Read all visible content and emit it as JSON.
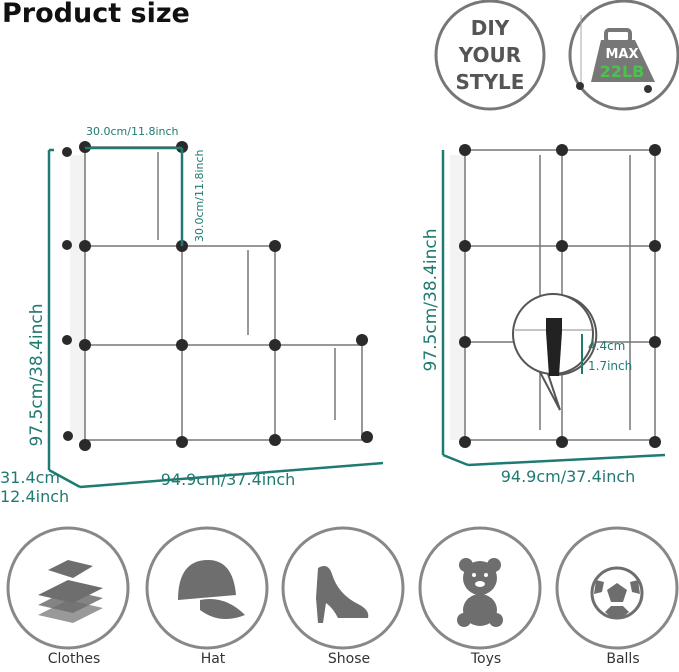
{
  "title": "Product size",
  "badges": {
    "diy": [
      "DIY",
      "YOUR",
      "STYLE"
    ],
    "max_label": "MAX",
    "max_value": "22LB"
  },
  "left_unit": {
    "cube_width": "30.0cm/11.8inch",
    "cube_height": "30.0cm/11.8inch",
    "height": "97.5cm/38.4inch",
    "width": "94.9cm/37.4inch",
    "depth_cm": "31.4cm",
    "depth_in": "12.4inch"
  },
  "right_unit": {
    "height": "97.5cm/38.4inch",
    "width": "94.9cm/37.4inch",
    "foot_cm": "4.4cm",
    "foot_in": "1.7inch"
  },
  "uses": [
    {
      "label": "Clothes",
      "icon": "clothes-icon"
    },
    {
      "label": "Hat",
      "icon": "hat-icon"
    },
    {
      "label": "Shose",
      "icon": "shoe-icon"
    },
    {
      "label": "Toys",
      "icon": "teddy-bear-icon"
    },
    {
      "label": "Balls",
      "icon": "ball-icon"
    }
  ],
  "colors": {
    "dimension": "#1f7a72",
    "node": "#2a2a2a",
    "badge_ring": "#777777",
    "badge_green": "#4cc24c"
  }
}
